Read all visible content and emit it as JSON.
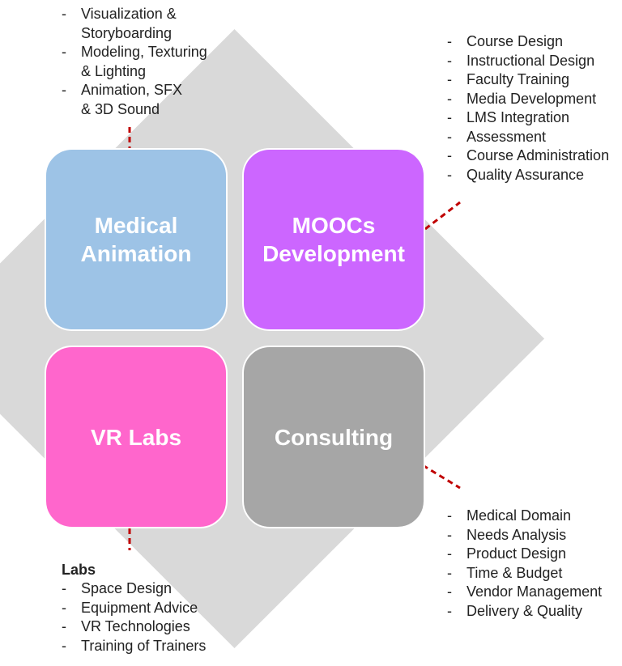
{
  "colors": {
    "diamond": "#d9d9d9",
    "medical_animation": "#9dc3e6",
    "moocs_development": "#cc66ff",
    "vr_labs": "#ff66cc",
    "consulting": "#a6a6a6",
    "connector": "#c00000"
  },
  "tiles": {
    "medical_animation": "Medical Animation",
    "moocs_development": "MOOCs Development",
    "vr_labs": "VR Labs",
    "consulting": "Consulting"
  },
  "lists": {
    "medical_animation": [
      "Visualization & Storyboarding",
      "Modeling, Texturing & Lighting",
      "Animation, SFX & 3D Sound"
    ],
    "moocs_development": [
      "Course Design",
      "Instructional Design",
      "Faculty Training",
      "Media Development",
      "LMS Integration",
      "Assessment",
      "Course Administration",
      "Quality Assurance"
    ],
    "consulting": [
      "Medical Domain",
      "Needs Analysis",
      "Product Design",
      "Time & Budget",
      "Vendor Management",
      "Delivery & Quality"
    ],
    "vr_labs_heading": "Labs",
    "vr_labs": [
      "Space Design",
      "Equipment Advice",
      "VR Technologies",
      "Training of Trainers"
    ]
  }
}
